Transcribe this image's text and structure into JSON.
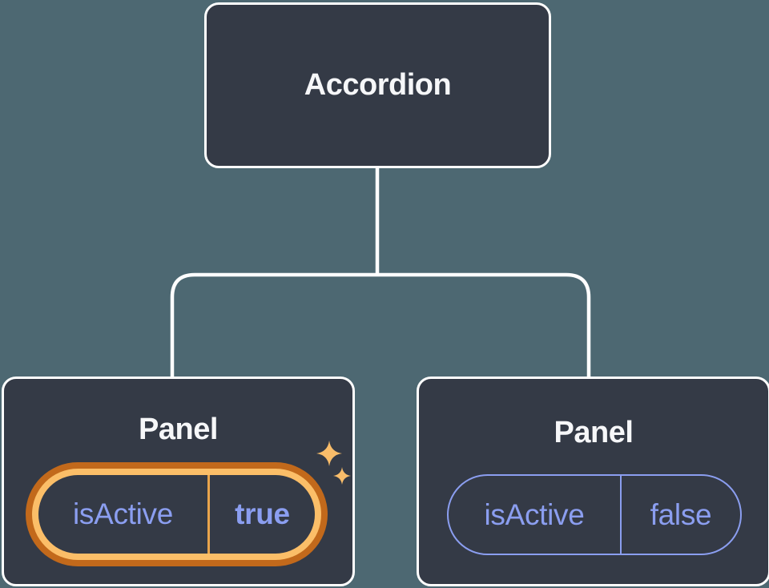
{
  "diagram": {
    "title": "component-state-tree",
    "root": {
      "label": "Accordion"
    },
    "panels": [
      {
        "label": "Panel",
        "prop_name": "isActive",
        "prop_value": "true",
        "state": "active",
        "highlighted": true
      },
      {
        "label": "Panel",
        "prop_name": "isActive",
        "prop_value": "false",
        "state": "inactive",
        "highlighted": false
      }
    ]
  },
  "colors": {
    "background": "#4D6872",
    "node_fill": "#343A46",
    "node_border": "#FFFFFF",
    "connector": "#FFFFFF",
    "title_text": "#F6F7F9",
    "prop_text": "#8B9EF0",
    "highlight_ring_outer": "#C2691B",
    "highlight_ring_inner": "#FBBE68",
    "divider_active": "#E9A44C",
    "divider_inactive": "#8B9EF0",
    "sparkle": "#F9BD6A"
  },
  "icons": {
    "sparkles": "sparkles-icon"
  }
}
